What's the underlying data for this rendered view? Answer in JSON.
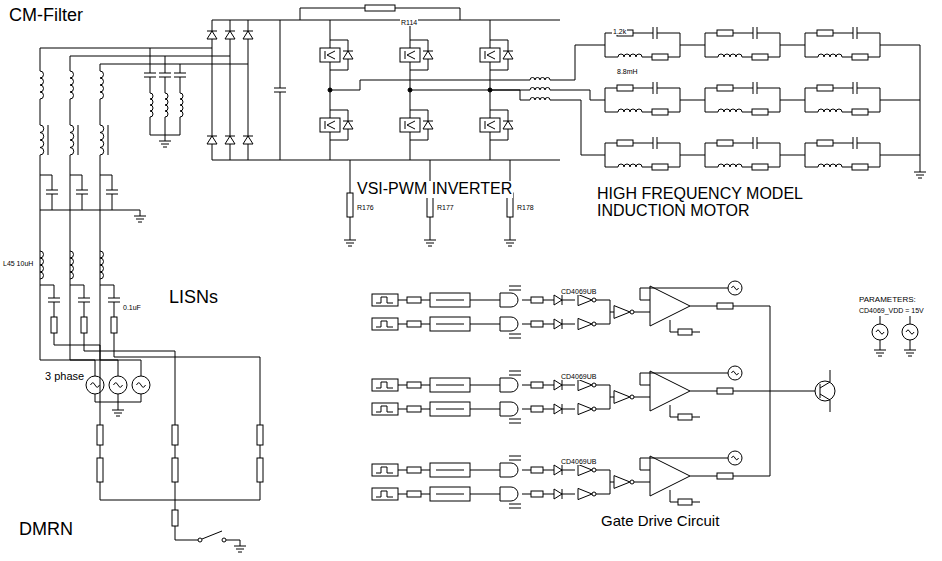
{
  "diagram": {
    "labels": [
      "CM-Filter",
      "VSI-PWM INVERTER",
      "HIGH FREQUENCY MODEL INDUCTION MOTOR",
      "LISNs",
      "DMRN",
      "Gate Drive Circuit",
      "3 phase",
      "PARAMETERS:",
      "CD4069_VDD = 15V",
      "CD4069UB",
      "CD4069UB",
      "CD4069UB",
      "R176",
      "R177",
      "R178",
      "L45 10uH",
      "0.1uF",
      "1.2k",
      "8.8mH",
      "R114"
    ]
  }
}
